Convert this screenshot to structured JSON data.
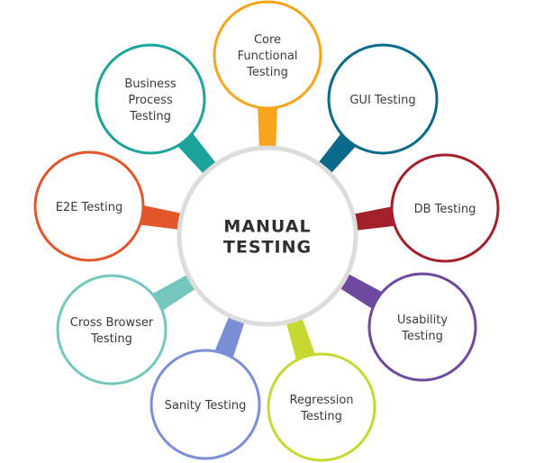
{
  "diagram": {
    "center": {
      "lines": [
        "MANUAL",
        "TESTING"
      ],
      "color": "#dcdcdc"
    },
    "nodes": [
      {
        "id": "core-functional-testing",
        "lines": [
          "Core",
          "Functional",
          "Testing"
        ],
        "color": "#f6a51b"
      },
      {
        "id": "gui-testing",
        "lines": [
          "GUI Testing"
        ],
        "color": "#0b6a8c"
      },
      {
        "id": "db-testing",
        "lines": [
          "DB Testing"
        ],
        "color": "#a3202a"
      },
      {
        "id": "usability-testing",
        "lines": [
          "Usability",
          "Testing"
        ],
        "color": "#6e4a9e"
      },
      {
        "id": "regression-testing",
        "lines": [
          "Regression",
          "Testing"
        ],
        "color": "#c5d932"
      },
      {
        "id": "sanity-testing",
        "lines": [
          "Sanity Testing"
        ],
        "color": "#7b8fd6"
      },
      {
        "id": "cross-browser-testing",
        "lines": [
          "Cross Browser",
          "Testing"
        ],
        "color": "#74c7bd"
      },
      {
        "id": "e2e-testing",
        "lines": [
          "E2E Testing"
        ],
        "color": "#e2562b"
      },
      {
        "id": "business-process-testing",
        "lines": [
          "Business",
          "Process",
          "Testing"
        ],
        "color": "#1ba49b"
      }
    ]
  }
}
